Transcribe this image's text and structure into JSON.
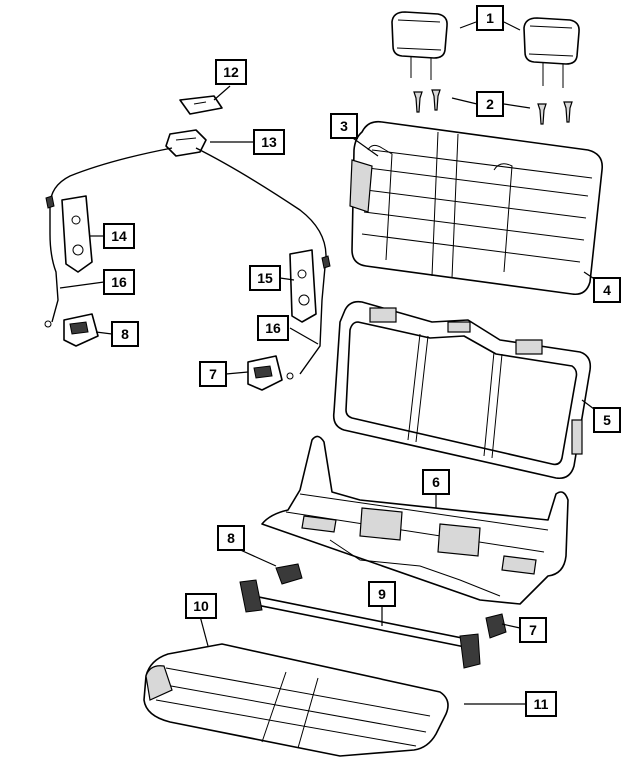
{
  "callouts": [
    {
      "id": "c1",
      "label": "1"
    },
    {
      "id": "c2",
      "label": "2"
    },
    {
      "id": "c3",
      "label": "3"
    },
    {
      "id": "c4",
      "label": "4"
    },
    {
      "id": "c5",
      "label": "5"
    },
    {
      "id": "c6",
      "label": "6"
    },
    {
      "id": "c7a",
      "label": "7"
    },
    {
      "id": "c7b",
      "label": "7"
    },
    {
      "id": "c8a",
      "label": "8"
    },
    {
      "id": "c8b",
      "label": "8"
    },
    {
      "id": "c9",
      "label": "9"
    },
    {
      "id": "c10",
      "label": "10"
    },
    {
      "id": "c11",
      "label": "11"
    },
    {
      "id": "c12",
      "label": "12"
    },
    {
      "id": "c13",
      "label": "13"
    },
    {
      "id": "c14",
      "label": "14"
    },
    {
      "id": "c15",
      "label": "15"
    },
    {
      "id": "c16a",
      "label": "16"
    },
    {
      "id": "c16b",
      "label": "16"
    }
  ]
}
